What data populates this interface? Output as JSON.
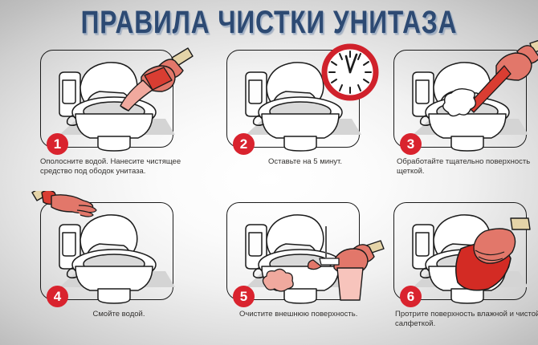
{
  "poster": {
    "title": "ПРАВИЛА ЧИСТКИ УНИТАЗА",
    "title_color": "#2d4a73",
    "badge_color": "#d9232e",
    "background": "#e8e8e8"
  },
  "steps": [
    {
      "number": "1",
      "caption": "Ополосните водой. Нанесите чистящее средство под ободок унитаза.",
      "illustration": "toilet-with-gloved-hand-applying-cleaner"
    },
    {
      "number": "2",
      "caption": "Оставьте на 5 минут.",
      "illustration": "toilet-with-clock"
    },
    {
      "number": "3",
      "caption": "Обработайте тщательно поверхность щеткой.",
      "illustration": "toilet-with-gloved-hand-holding-brush"
    },
    {
      "number": "4",
      "caption": "Смойте водой.",
      "illustration": "toilet-with-hand-pressing-flush"
    },
    {
      "number": "5",
      "caption": "Очистите внешнюю поверхность.",
      "illustration": "toilet-with-gloved-hand-spray-bottle"
    },
    {
      "number": "6",
      "caption": "Протрите поверхность влажной и чистой салфеткой.",
      "illustration": "toilet-with-gloved-hand-red-cloth"
    }
  ]
}
